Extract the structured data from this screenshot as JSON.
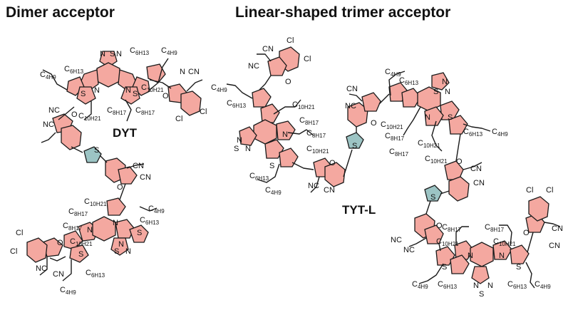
{
  "headings": {
    "dimer": "Dimer acceptor",
    "trimer": "Linear-shaped trimer acceptor"
  },
  "molecules": {
    "dyt": "DYT",
    "tyt": "TYT-L"
  },
  "colors": {
    "core_fill": "#f4a8a0",
    "linker_fill": "#9cc4c4",
    "bond": "#1a1a1a",
    "text": "#111111"
  }
}
